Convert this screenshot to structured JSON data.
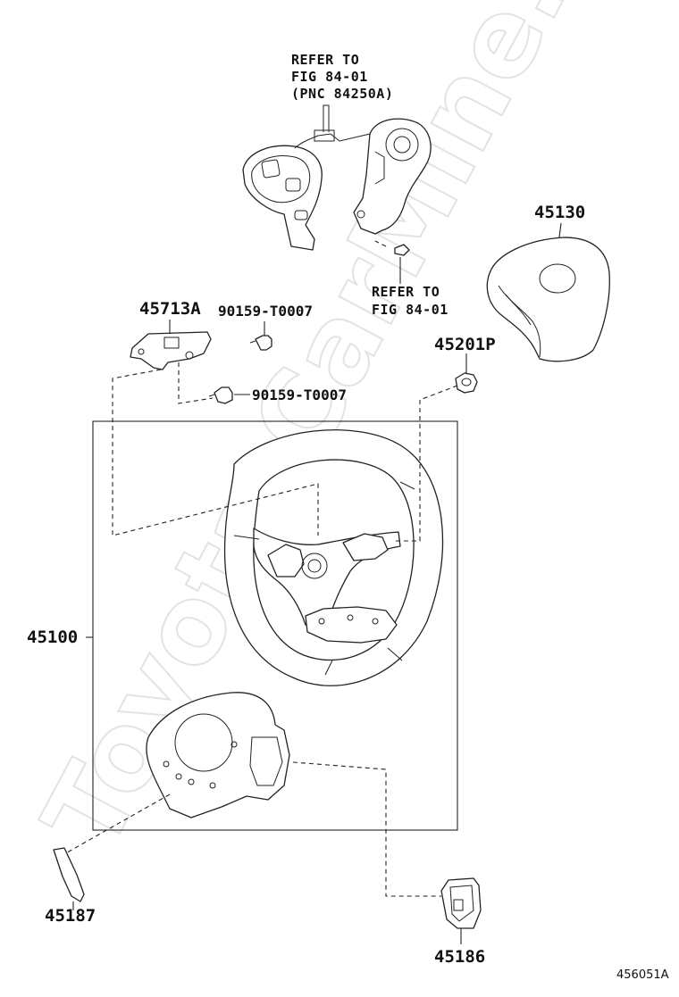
{
  "watermark": "Toyota-CarMine.ru",
  "refs": {
    "top_line1": "REFER TO",
    "top_line2": "FIG 84-01",
    "top_line3": "(PNC 84250A)",
    "mid_line1": "REFER TO",
    "mid_line2": "FIG 84-01"
  },
  "parts": {
    "p45130": "45130",
    "p45713A": "45713A",
    "p90159_a": "90159-T0007",
    "p90159_b": "90159-T0007",
    "p45201P": "45201P",
    "p45100": "45100",
    "p45187": "45187",
    "p45186": "45186"
  },
  "figure_number": "456051A"
}
